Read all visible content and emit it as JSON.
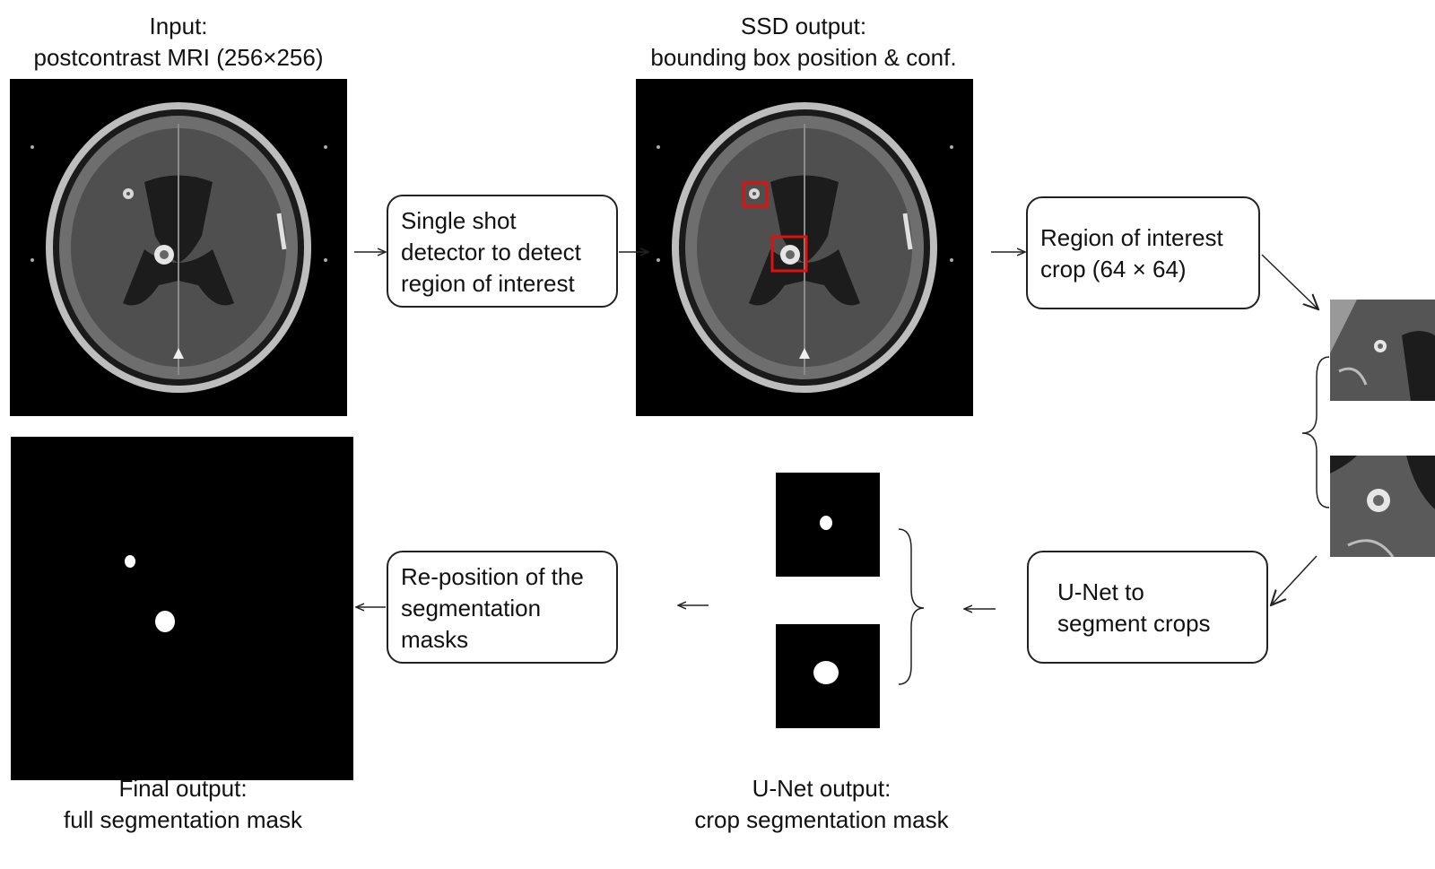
{
  "captions": {
    "input": [
      "Input:",
      "postcontrast MRI (256×256)"
    ],
    "ssd": [
      "SSD output:",
      "bounding box position & conf."
    ],
    "final": [
      "Final output:",
      "full segmentation mask"
    ],
    "unet": [
      "U-Net output:",
      "crop segmentation mask"
    ]
  },
  "boxes": {
    "ssd_step": [
      "Single shot",
      "detector to detect",
      "region of interest"
    ],
    "crop_step": [
      "Region of interest",
      "crop (64 × 64)"
    ],
    "unet_step": [
      "U-Net to",
      "segment crops"
    ],
    "reposition_step": [
      "Re-position of the",
      "segmentation",
      "masks"
    ]
  },
  "colors": {
    "detection_box": "#e01010",
    "mask": "#ffffff",
    "panel_bg": "#000000",
    "arrow": "#222222"
  }
}
